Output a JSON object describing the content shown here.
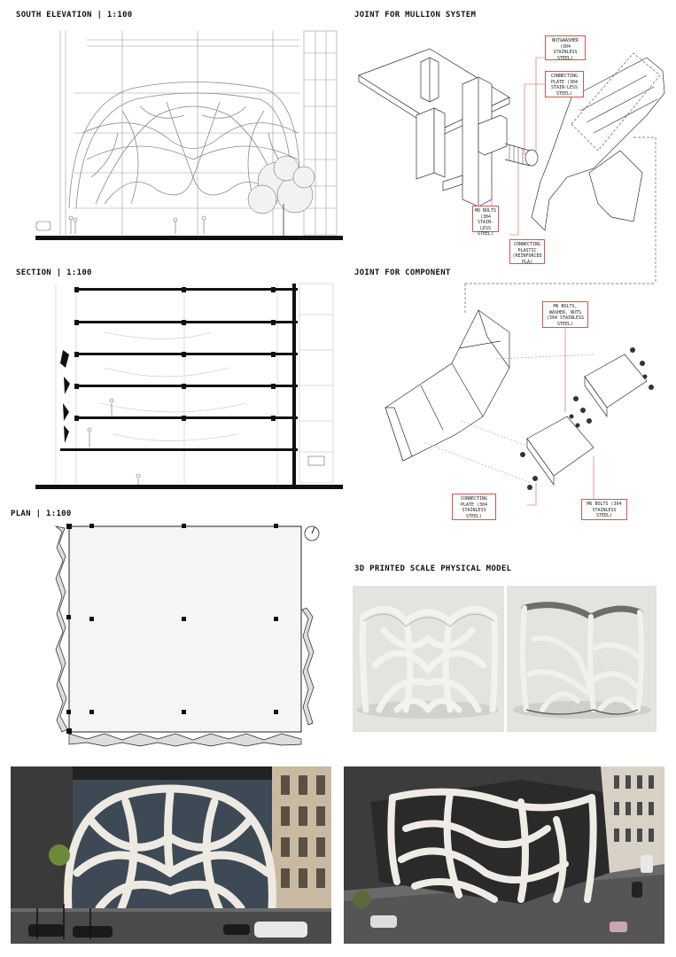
{
  "titles": {
    "south_elevation": "SOUTH ELEVATION | 1:100",
    "joint_mullion": "JOINT FOR MULLION SYSTEM",
    "section": "SECTION | 1:100",
    "joint_component": "JOINT FOR COMPONENT",
    "plan": "PLAN | 1:100",
    "physical_model": "3D PRINTED SCALE PHYSICAL MODEL"
  },
  "callouts": {
    "nut_washer": "NUT&WASHER (304 STAINLESS STEEL)",
    "connecting_plate_1": "CONNECTING PLATE (304 STAIN-LESS STEEL)",
    "m6_bolts_1": "M6 BOLTS (304 STAIN-LESS STEEL)",
    "connecting_plastic": "CONNECTING PLASTIC (REINFORCED PLA)",
    "m6_bolts_washer_nuts": "M6 BOLTS, WASHER, NUTS (304 STAINLESS STEEL)",
    "connecting_plate_2": "CONNECTING PLATE (304 STAINLESS STEEL)",
    "m6_bolts_2": "M6 BOLTS (304 STAINLESS STEEL)"
  },
  "colors": {
    "callout_border": "#d9534f",
    "slab": "#111111",
    "render_dark": "#2a2a2a",
    "facade_white": "#eeeae2",
    "dashed_link": "#5a5aa8"
  },
  "icons": {
    "north_arrow": "north-arrow-icon"
  }
}
